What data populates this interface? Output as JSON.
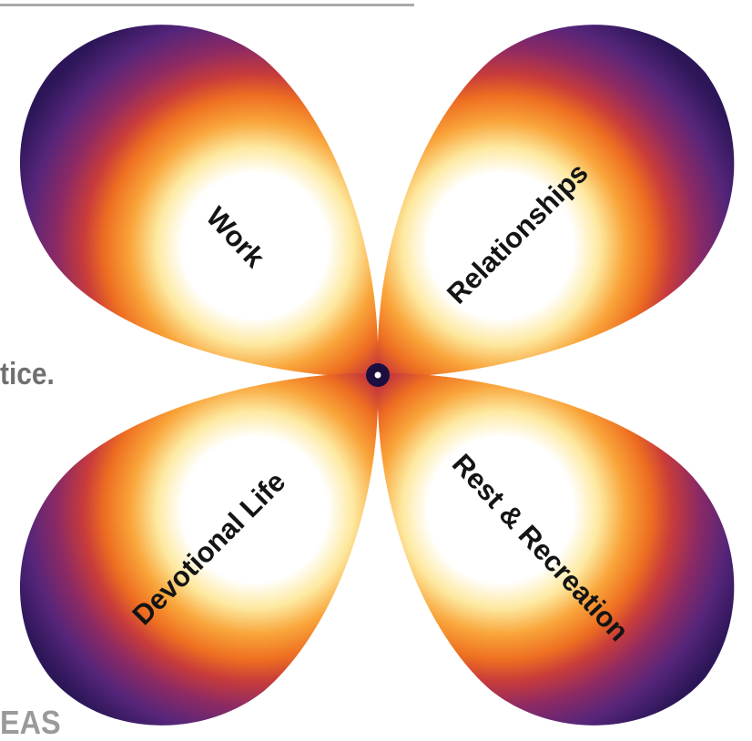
{
  "side_text": "tice.",
  "bottom_text": "EAS",
  "petals": {
    "work": "Work",
    "relationships": "Relationships",
    "devotional": "Devotional Life",
    "rest": "Rest & Recreation"
  },
  "colors": {
    "core": "#ffffff",
    "yellow": "#fde9a0",
    "orange": "#f78d24",
    "red_orange": "#d9482b",
    "magenta": "#8e2a63",
    "purple": "#55257a",
    "dark_purple": "#24124a",
    "rule": "#a9a9a9",
    "side_text": "#707070",
    "bottom_text": "#9a9a9a"
  }
}
